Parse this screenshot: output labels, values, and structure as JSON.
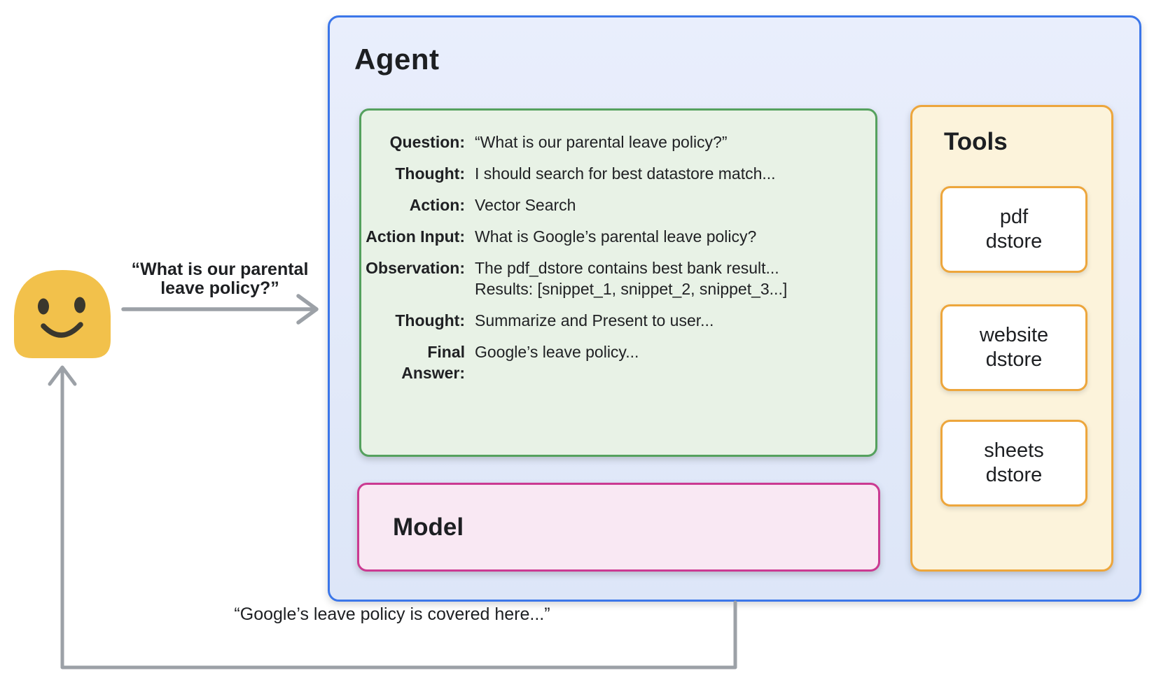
{
  "diagram_title": "Agent architecture diagram",
  "agent": {
    "title": "Agent"
  },
  "user": {
    "avatar": "smiling-face-emoji",
    "request_label": "“What is our parental leave policy?”",
    "response_label": "“Google’s leave policy is covered here...”"
  },
  "scratchpad": {
    "rows": [
      {
        "label": "Question:",
        "value": "“What is our parental leave policy?”"
      },
      {
        "label": "Thought:",
        "value": "I should search for best datastore match..."
      },
      {
        "label": "Action:",
        "value": "Vector Search"
      },
      {
        "label": "Action Input:",
        "value": "What is Google’s parental leave policy?"
      },
      {
        "label": "Observation:",
        "value": "The pdf_dstore contains best bank result...",
        "value2": "Results: [snippet_1, snippet_2, snippet_3...]"
      },
      {
        "label": "Thought:",
        "value": "Summarize and Present to user..."
      },
      {
        "label": "Final Answer:",
        "value": "Google’s leave policy..."
      }
    ]
  },
  "model": {
    "title": "Model"
  },
  "tools": {
    "title": "Tools",
    "items": [
      {
        "label": "pdf\ndstore"
      },
      {
        "label": "website\ndstore"
      },
      {
        "label": "sheets\ndstore"
      }
    ]
  },
  "colors": {
    "agent_border": "#3b76e9",
    "agent_fill": "#e5ebfa",
    "scratchpad_border": "#55a15e",
    "scratchpad_fill": "#e8f2e6",
    "tools_border": "#eda63c",
    "tools_fill": "#fcf3db",
    "tool_item_fill": "#ffffff",
    "model_border": "#cb3a92",
    "model_fill": "#f9e8f3",
    "arrow_gray": "#9ca1a7",
    "dotted_gray": "#8a9096",
    "emoji_yellow": "#f2c14b",
    "text": "#202124"
  }
}
